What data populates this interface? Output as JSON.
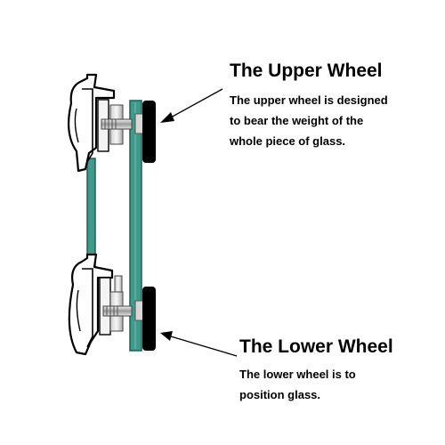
{
  "upper_wheel": {
    "title": "The Upper Wheel",
    "lines": [
      "The upper wheel is designed",
      "to bear the weight of the",
      "whole piece of glass."
    ]
  },
  "lower_wheel": {
    "title": "The Lower Wheel",
    "lines": [
      "The lower wheel is to",
      "position glass."
    ]
  },
  "colors": {
    "glass_edge": "#1f5e55",
    "glass_face": "#3f9a8c",
    "metal_light": "#e2e2e2",
    "metal_dark": "#8a8a8a",
    "rail_outline": "#000000",
    "seal_black": "#000000"
  }
}
